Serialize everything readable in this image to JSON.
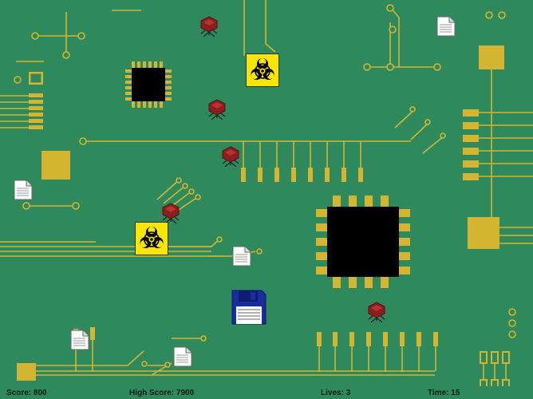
{
  "hud": {
    "score_label": "Score: 800",
    "high_score_label": "High Score: 7900",
    "lives_label": "Lives: 3",
    "time_label": "Time: 15"
  },
  "stats": {
    "score": 800,
    "high_score": 7900,
    "lives": 3,
    "time": 15
  },
  "colors": {
    "board": "#2e8a5c",
    "trace": "#d4b531",
    "chip": "#000000",
    "virus": "#8b1e1e",
    "hazard": "#f7e600",
    "floppy": "#1a2d9c"
  },
  "sprites": {
    "player": "floppy-disk-icon",
    "enemies": [
      "virus-bug-icon",
      "virus-bug-icon",
      "virus-bug-icon",
      "virus-bug-icon",
      "virus-bug-icon"
    ],
    "hazards": [
      "biohazard-icon",
      "biohazard-icon"
    ],
    "pickups": [
      "document-icon",
      "document-icon",
      "document-icon",
      "document-icon",
      "document-icon"
    ]
  }
}
